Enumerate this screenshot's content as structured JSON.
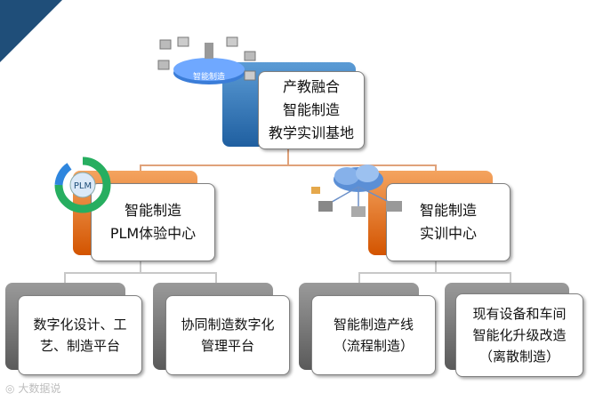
{
  "root": {
    "lines": [
      "产教融合",
      "智能制造",
      "教学实训基地"
    ]
  },
  "root_icon": {
    "label": "智能制造",
    "name": "smart-manufacturing-cluster-icon"
  },
  "left": {
    "lines": [
      "智能制造",
      "PLM体验中心"
    ],
    "icon_label": "PLM",
    "icon_name": "plm-cycle-icon"
  },
  "right": {
    "lines": [
      "智能制造",
      "实训中心"
    ],
    "icon_name": "cloud-network-icon"
  },
  "leaves": [
    {
      "lines": [
        "数字化设计、工",
        "艺、制造平台"
      ]
    },
    {
      "lines": [
        "协同制造数字化",
        "管理平台"
      ]
    },
    {
      "lines": [
        "智能制造产线",
        "（流程制造）"
      ]
    },
    {
      "lines": [
        "现有设备和车间",
        "智能化升级改造",
        "（离散制造）"
      ]
    }
  ],
  "watermark": "大数据说",
  "colors": {
    "root_tab": "#2e75b6",
    "mid_tab": "#e67e22",
    "leaf_tab": "#7f7f7f",
    "connector": "#e0a27a"
  }
}
